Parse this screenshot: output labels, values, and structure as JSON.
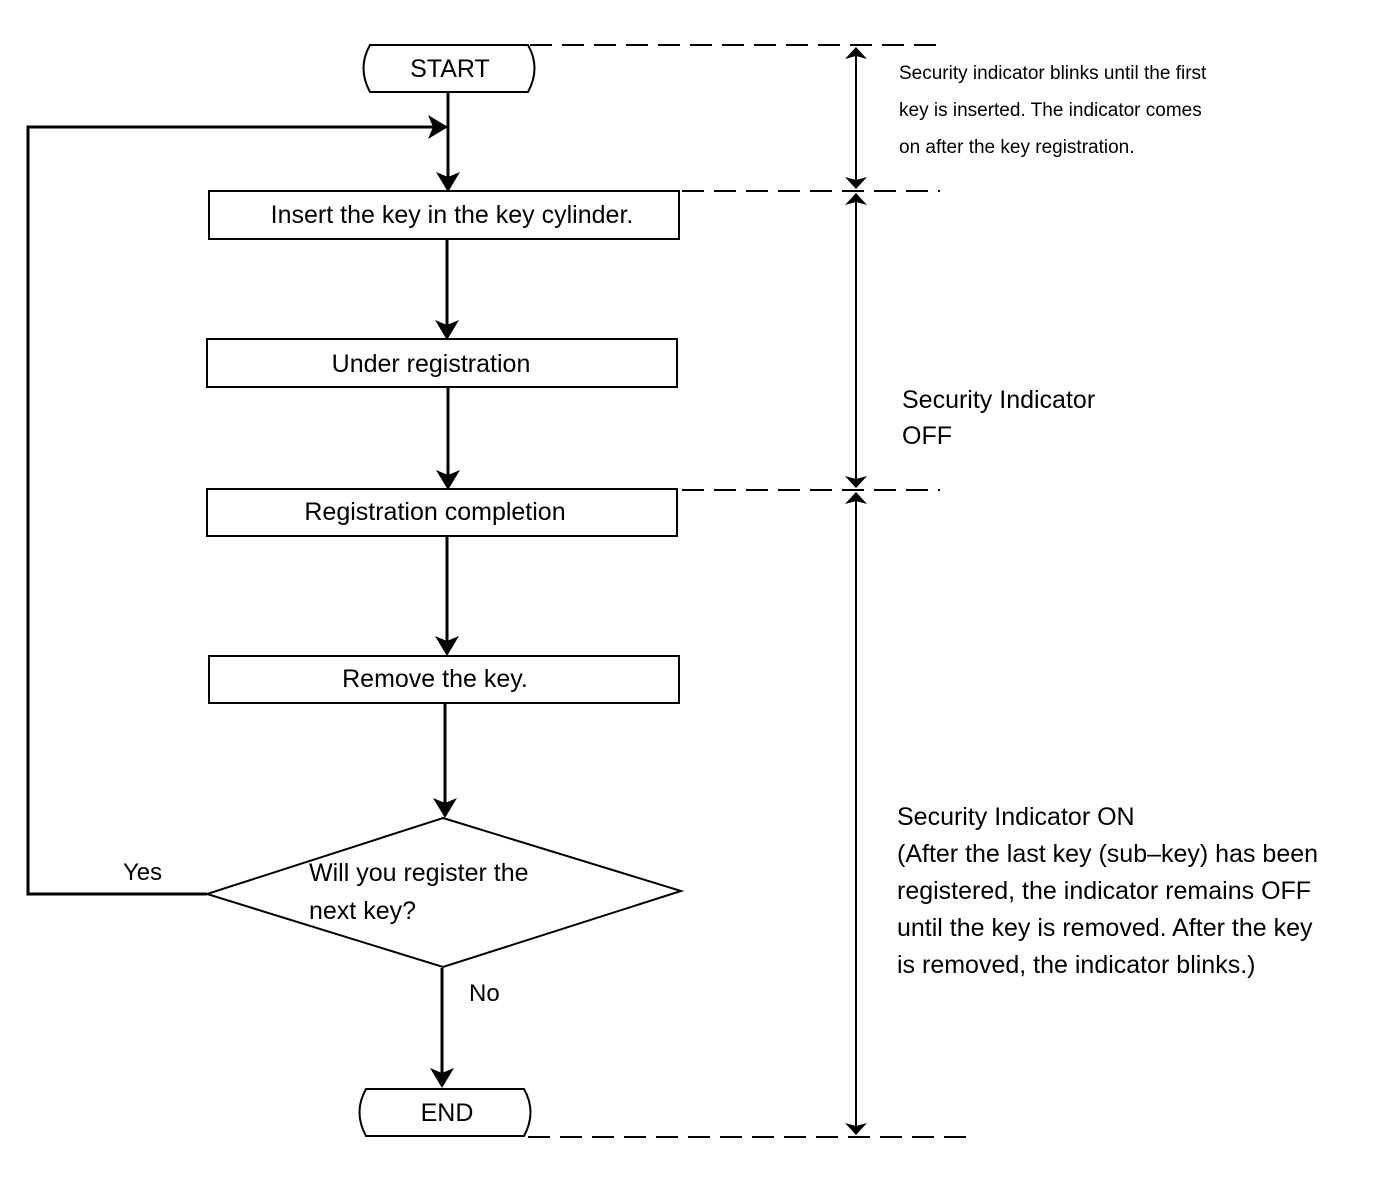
{
  "flowchart": {
    "start_label": "START",
    "end_label": "END",
    "steps": [
      "Insert the key in the key cylinder.",
      "Under registration",
      "Registration completion",
      "Remove the key."
    ],
    "decision": {
      "lines": [
        "Will you register the",
        "next key?"
      ],
      "yes_label": "Yes",
      "no_label": "No"
    }
  },
  "notes": {
    "phase1": {
      "lines": [
        "Security indicator blinks until the first",
        "key is inserted. The indicator comes",
        "on after the key registration."
      ]
    },
    "phase2": {
      "lines": [
        "Security  Indicator",
        "OFF"
      ]
    },
    "phase3": {
      "lines": [
        "Security Indicator ON",
        "(After the last key (sub–key) has been",
        "registered, the indicator remains OFF",
        "until the key is removed.  After the key",
        "is removed, the indicator blinks.)"
      ]
    }
  },
  "colors": {
    "stroke": "#000000",
    "background": "#ffffff"
  }
}
